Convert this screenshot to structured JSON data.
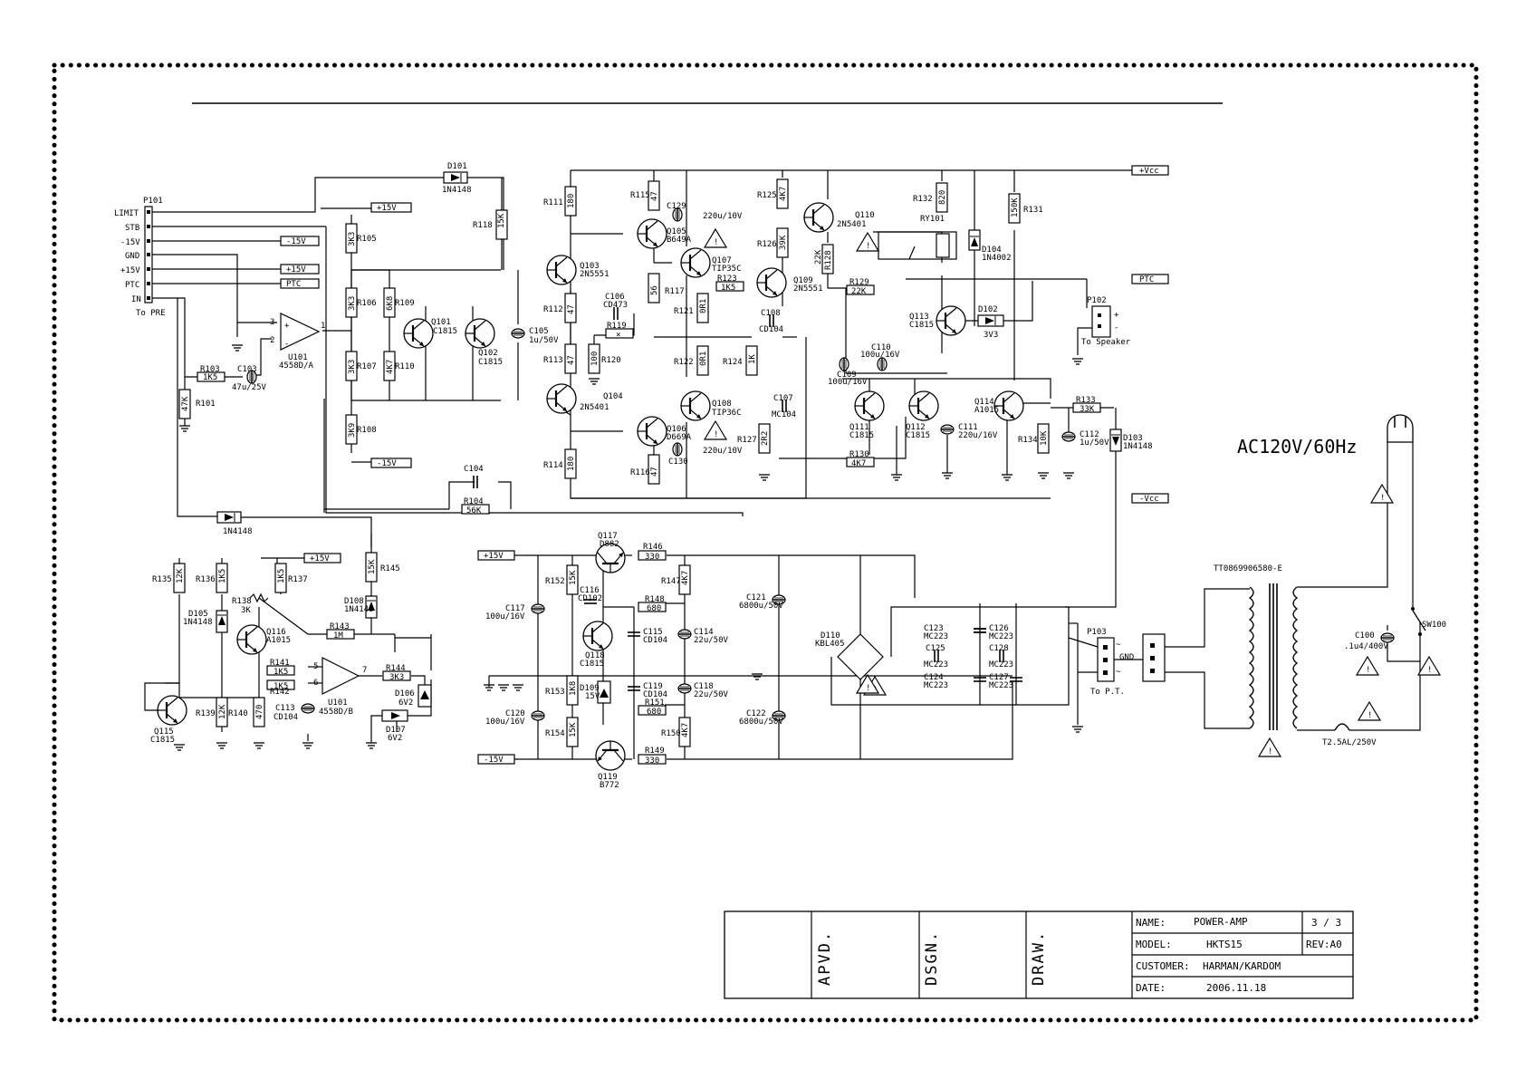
{
  "header_port": {
    "name": "P101",
    "pins": [
      "LIMIT",
      "STB",
      "-15V",
      "GND",
      "+15V",
      "PTC",
      "IN"
    ],
    "caption": "To PRE"
  },
  "rails": {
    "vcc_pos": "+Vcc",
    "vcc_neg": "-Vcc",
    "ptc": "PTC",
    "p15": "+15V",
    "m15": "-15V"
  },
  "parts": {
    "d101": "D101",
    "d101v": "1N4148",
    "r118": "R118",
    "r118v": "15K",
    "r105": "R105",
    "r105v": "3K3",
    "r106": "R106",
    "r106v": "3K3",
    "r109": "R109",
    "r109v": "6K8",
    "r107": "R107",
    "r107v": "3K3",
    "r110": "R110",
    "r110v": "4K7",
    "r108": "R108",
    "r108v": "3K9",
    "q101": "Q101",
    "q101v": "C1815",
    "q102": "Q102",
    "q102v": "C1815",
    "u101a": "U101",
    "u101av": "4558D/A",
    "r103": "R103",
    "r103v": "1K5",
    "c103": "C103",
    "c103v": "47u/25V",
    "r101": "R101",
    "r101v": "47K",
    "c105": "C105",
    "c105v": "1u/50V",
    "c104": "C104",
    "r104": "R104",
    "r104v": "56K",
    "d_lim": "1N4148",
    "r111": "R111",
    "r111v": "180",
    "q103": "Q103",
    "q103v": "2N5551",
    "r112": "R112",
    "r112v": "47",
    "r113": "R113",
    "r113v": "47",
    "q104": "Q104",
    "q104v": "2N5401",
    "r114": "R114",
    "r114v": "180",
    "c106": "C106",
    "c106v": "CD473",
    "r119": "R119",
    "r119v": "×",
    "r120": "R120",
    "r120v": "100",
    "r115": "R115",
    "r115v": "47",
    "c129": "C129",
    "c129v": "220u/10V",
    "q105": "Q105",
    "q105v": "B649A",
    "q107": "Q107",
    "q107v": "TIP35C",
    "r117": "R117",
    "r117v": "56",
    "r123": "R123",
    "r123v": "1K5",
    "r121": "R121",
    "r121v": "0R1",
    "c108": "C108",
    "c108v": "CD104",
    "r122": "R122",
    "r122v": "0R1",
    "r124": "R124",
    "r124v": "1K",
    "q108": "Q108",
    "q108v": "TIP36C",
    "c107": "C107",
    "c107v": "MC104",
    "q106": "Q106",
    "q106v": "D669A",
    "c130": "C130",
    "c130v": "220u/10V",
    "r116": "R116",
    "r116v": "47",
    "r127": "R127",
    "r127v": "2R2",
    "r125": "R125",
    "r125v": "4K7",
    "r126": "R126",
    "r126v": "39K",
    "q110": "Q110",
    "q110v": "2N5401",
    "r128": "R128",
    "r128v": "22K",
    "q109": "Q109",
    "q109v": "2N5551",
    "r129": "R129",
    "r129v": "22K",
    "ry101": "RY101",
    "r132": "R132",
    "r132v": "820",
    "d104": "D104",
    "d104v": "1N4002",
    "r131": "R131",
    "r131v": "150K",
    "q113": "Q113",
    "q113v": "C1815",
    "d102": "D102",
    "d102v": "3V3",
    "p102": "P102",
    "p102cap": "To Speaker",
    "c110": "C110",
    "c110v": "100u/16V",
    "c109": "C109",
    "c109v": "100u/16V",
    "q111": "Q111",
    "q111v": "C1815",
    "q112": "Q112",
    "q112v": "C1815",
    "c111": "C111",
    "c111v": "220u/16V",
    "q114": "Q114",
    "q114v": "A1015",
    "r133": "R133",
    "r133v": "33K",
    "r134": "R134",
    "r134v": "10K",
    "c112": "C112",
    "c112v": "1u/50V",
    "d103": "D103",
    "d103v": "1N4148",
    "r130": "R130",
    "r130v": "4K7",
    "r145": "R145",
    "r145v": "15K",
    "d108": "D108",
    "d108v": "1N4148",
    "r135": "R135",
    "r135v": "12K",
    "r136": "R136",
    "r136v": "1K5",
    "r138": "R138",
    "r138v": "3K",
    "r137": "R137",
    "r137v": "1K5",
    "d105": "D105",
    "d105v": "1N4148",
    "q116": "Q116",
    "q116v": "A1015",
    "r143": "R143",
    "r143v": "1M",
    "r141": "R141",
    "r141v": "1K5",
    "r142": "R142",
    "r142v": "1K5",
    "u101b": "U101",
    "u101bv": "4558D/B",
    "r144": "R144",
    "r144v": "3K3",
    "d106": "D106",
    "d106v": "6V2",
    "d107": "D107",
    "d107v": "6V2",
    "c113": "C113",
    "c113v": "CD104",
    "q115": "Q115",
    "q115v": "C1815",
    "r139": "R139",
    "r139v": "12K",
    "r140": "R140",
    "r140v": "470",
    "q117": "Q117",
    "q117v": "D882",
    "r146": "R146",
    "r146v": "330",
    "r152": "R152",
    "r152v": "15K",
    "c116": "C116",
    "c116v": "CD102",
    "r147": "R147",
    "r147v": "4K7",
    "r148": "R148",
    "r148v": "680",
    "c117": "C117",
    "c117v": "100u/16V",
    "c115": "C115",
    "c115v": "CD104",
    "c114": "C114",
    "c114v": "22u/50V",
    "q118": "Q118",
    "q118v": "C1815",
    "d109": "D109",
    "d109v": "15V",
    "c119": "C119",
    "c119v": "CD104",
    "c118": "C118",
    "c118v": "22u/50V",
    "r153": "R153",
    "r153v": "1K8",
    "r151": "R151",
    "r151v": "680",
    "c120": "C120",
    "c120v": "100u/16V",
    "r154": "R154",
    "r154v": "15K",
    "r150": "R150",
    "r150v": "4K7",
    "q119": "Q119",
    "q119v": "B772",
    "r149": "R149",
    "r149v": "330",
    "c121": "C121",
    "c121v": "6800u/50V",
    "c122": "C122",
    "c122v": "6800u/50V",
    "d110": "D110",
    "d110v": "KBL405",
    "c123": "C123",
    "c123v": "MC223",
    "c125": "C125",
    "c125v": "MC223",
    "c124": "C124",
    "c124v": "MC223",
    "c126": "C126",
    "c126v": "MC223",
    "c128": "C128",
    "c128v": "MC223",
    "c127": "C127",
    "c127v": "MC223",
    "p103": "P103",
    "p103cap": "To P.T.",
    "p103gnd": "GND",
    "c100": "C100",
    "c100v": ".1u4/400V",
    "sw100": "SW100",
    "transformer": "TT0869906580-E",
    "fuse": "T2.5AL/250V",
    "ac": "AC120V/60Hz"
  },
  "title_block": {
    "apvd": "APVD.",
    "dsgn": "DSGN.",
    "draw": "DRAW.",
    "name_label": "NAME:",
    "name_value": "POWER-AMP",
    "sheet": "3 / 3",
    "model_label": "MODEL:",
    "model_value": "HKTS15",
    "rev": "REV:A0",
    "customer_label": "CUSTOMER:",
    "customer_value": "HARMAN/KARDOM",
    "date_label": "DATE:",
    "date_value": "2006.11.18"
  }
}
